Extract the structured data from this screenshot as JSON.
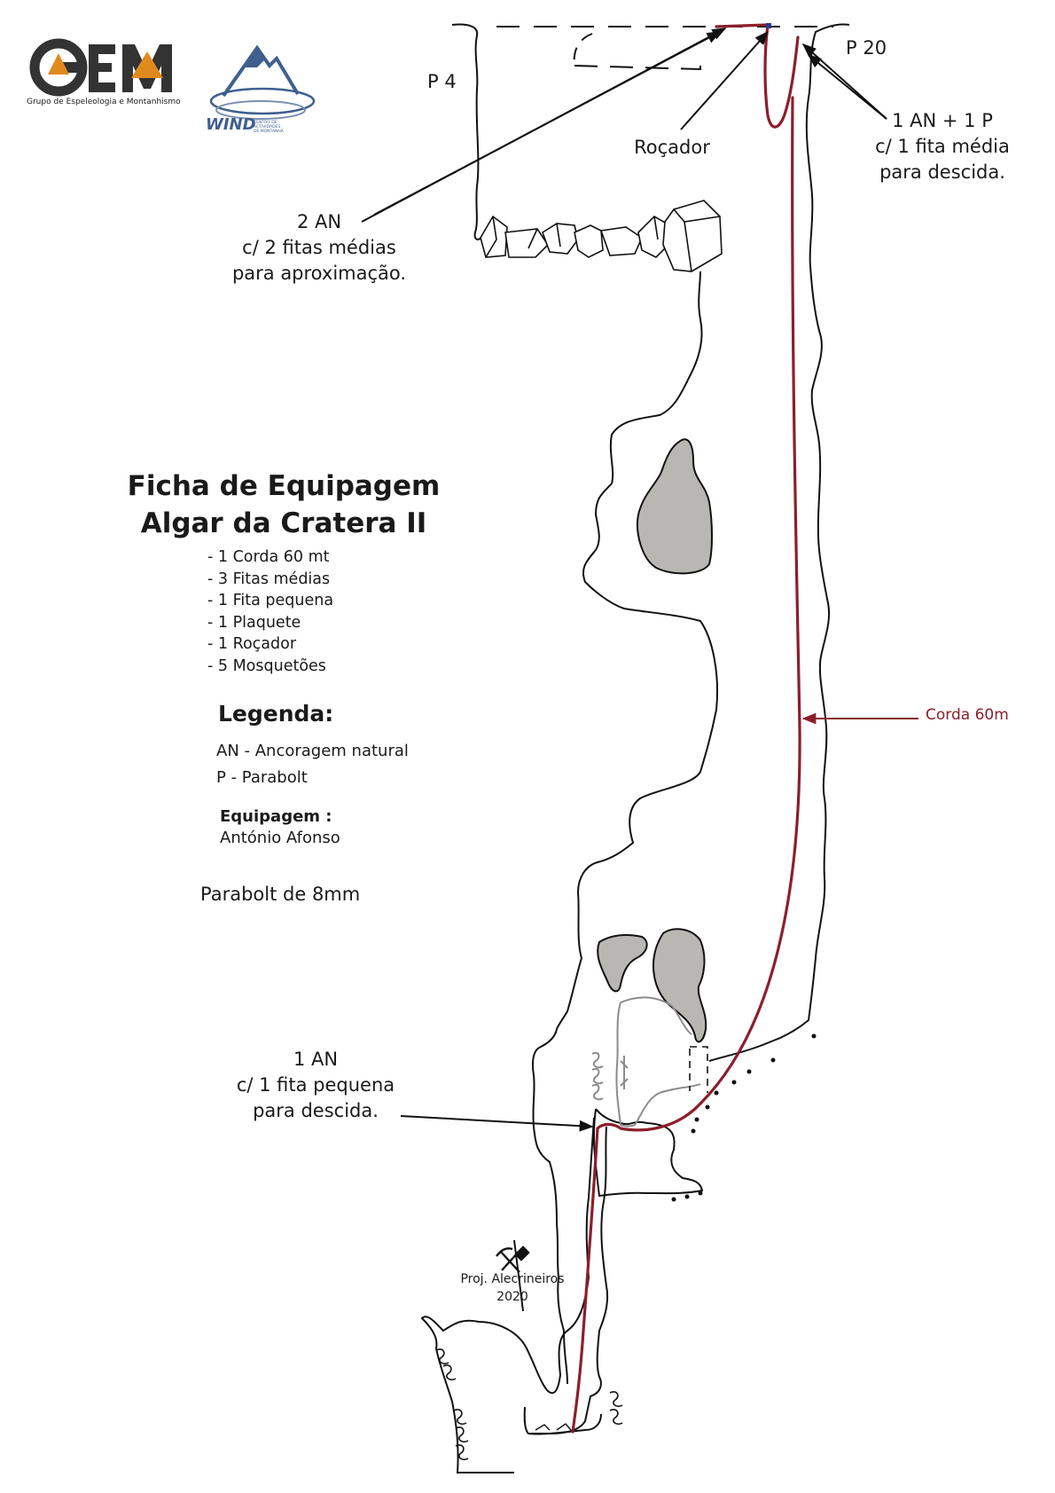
{
  "logos": {
    "gem": {
      "letters": [
        "G",
        "E",
        "M"
      ],
      "subtitle": "Grupo de Espeleologia e Montanhismo"
    },
    "wind": {
      "word": "WIND",
      "subtitle": [
        "CENTRO DE",
        "ACTIVIDADES",
        "DE MONTANHA"
      ]
    }
  },
  "pitches": {
    "p4": "P 4",
    "p20": "P 20"
  },
  "callouts": {
    "rocador": "Roçador",
    "top_anchor": [
      "1 AN + 1 P",
      "c/ 1 fita média",
      "para descida."
    ],
    "approach": [
      "2 AN",
      "c/ 2 fitas médias",
      "para aproximação."
    ],
    "lower_anchor": [
      "1 AN",
      "c/ 1 fita pequena",
      "para descida."
    ],
    "rope": "Corda 60m"
  },
  "info": {
    "title_line1": "Ficha de Equipagem",
    "title_line2": "Algar da Cratera II",
    "equipment": [
      "1 Corda 60 mt",
      "3 Fitas médias",
      "1 Fita pequena",
      "1 Plaquete",
      "1 Roçador",
      "5 Mosquetões"
    ],
    "legend_title": "Legenda:",
    "legend_items": [
      "AN - Ancoragem natural",
      "P - Parabolt"
    ],
    "equipagem_title": "Equipagem :",
    "equipagem_name": "António Afonso",
    "parabolt_note": "Parabolt de 8mm"
  },
  "survey": {
    "project": "Proj. Alecrineiros",
    "year": "2020"
  },
  "colors": {
    "rope": "#8b1f2b",
    "wall": "#111111",
    "rock_fill": "#b9b7b3",
    "detail_grey": "#8c8c8c",
    "anchor_blue": "#2a3a8f",
    "gem_dark": "#333333",
    "gem_orange": "#e08a1e",
    "wind_blue": "#3f5f8f"
  },
  "icons": [
    "pick-shovel-icon",
    "gem-logo-icon",
    "wind-mountain-icon"
  ]
}
